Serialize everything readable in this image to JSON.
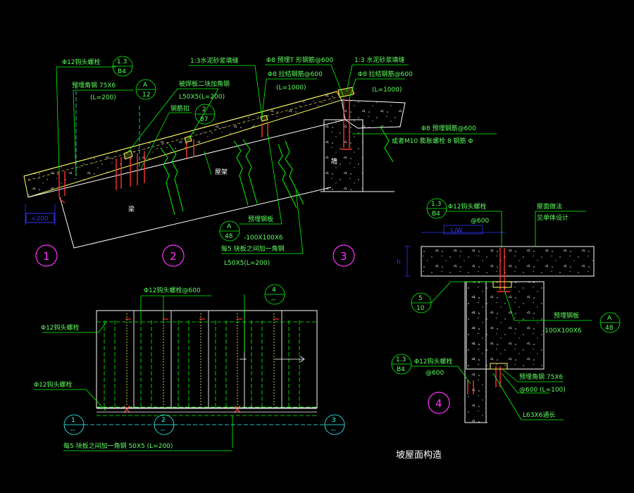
{
  "colors": {
    "background": "#000000",
    "leader": "#00ff00",
    "outline": "#ffffff",
    "hatch": "#ffff66",
    "rebar": "#ff3333",
    "bubble": "#ff33ff",
    "dim": "#3333ff",
    "axis": "#33ffff"
  },
  "detail1": {
    "label_bolt": "Φ12钩头螺栓",
    "ref_bolt_top": "1.3",
    "ref_bolt_bot": "B4",
    "label_angle": "预埋角钢 75X6",
    "label_angle_len": "(L=200)",
    "ref_angle_top": "A",
    "ref_angle_bot": "12",
    "dim": "<200",
    "mark_beam": "梁",
    "bubble": "1"
  },
  "detail2": {
    "label_mortar": "1:3水泥砂浆填缝",
    "label_weld": "被焊板二块加角钢",
    "label_weld_size": "L50X5(L=200)",
    "label_bar": "钢筋扣",
    "ref_top": "2",
    "ref_bot": "87",
    "mark_beam": "屋架",
    "ref_plate_top": "A",
    "ref_plate_bot": "48",
    "label_plate": "预埋钢板",
    "label_plate_size": "-100X100X6",
    "label_note": "每5 块板之间加一角钢",
    "label_note_size": "L50X5(L=200)",
    "bubble": "2"
  },
  "detail3": {
    "label_rebar1": "Φ8 预埋T 形钢筋@600",
    "label_rebar2": "Φ8 拉结钢筋@600",
    "label_rebar2_len": "(L=1000)",
    "label_mortar": "1:3 水泥砂浆填缝",
    "label_rebar3": "Φ8 拉结钢筋@600",
    "label_rebar3_len": "(L=1000)",
    "label_rebar4": "Φ8 预埋钢筋@600",
    "label_rebar5": "或者M10 膨胀螺栓 8 钢筋  Φ",
    "mark_wall": "墙",
    "bubble": "3"
  },
  "plan": {
    "label_bolt_600": "Φ12钩头螺栓@600",
    "label_bolt_left": "Φ12钩头螺栓",
    "label_bolt_left2": "Φ12钩头螺栓",
    "ref4_top": "4",
    "ref4_bot": "--",
    "ref1_top": "1",
    "ref1_bot": "--",
    "ref2_top": "2",
    "ref2_bot": "--",
    "ref3_top": "3",
    "ref3_bot": "--",
    "note": "每5 块板之间加一角钢 50X5   (L=200)"
  },
  "detail4": {
    "ref_bolt_top": "1.3",
    "ref_bolt_bot": "B4",
    "label_bolt": "Φ12钩头螺栓",
    "label_bolt_spacing": "@600",
    "dim_lw": "L/W",
    "label_roof": "屋面做法",
    "label_roof2": "见单体设计",
    "dim_h": "h",
    "ref_left_top": "5",
    "ref_left_bot": "10",
    "label_plate": "预埋钢板",
    "label_plate_size": "-100X100X6",
    "ref_plate_top": "A",
    "ref_plate_bot": "48",
    "ref_bolt2_top": "1.3",
    "ref_bolt2_bot": "B4",
    "label_bolt2": "Φ12钩头螺栓",
    "label_bolt2_spacing": "@600",
    "label_angle": "预埋角钢 75X6",
    "label_angle_spacing": "@600 (L=100)",
    "label_angle2": "L63X6通长",
    "bubble": "4"
  },
  "title": "坡屋面构造"
}
